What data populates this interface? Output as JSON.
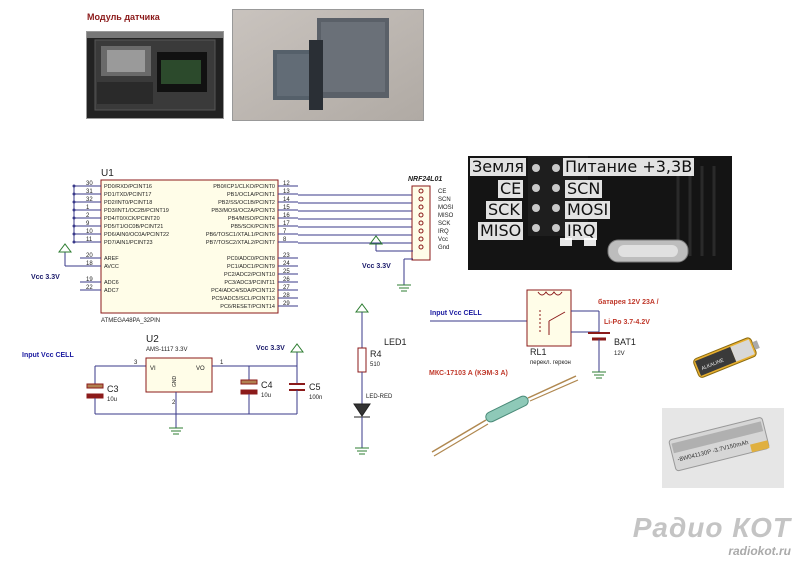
{
  "photos": {
    "module_title": "Модуль датчика"
  },
  "mcu": {
    "designator": "U1",
    "part": "ATMEGA48PA_32PIN",
    "left_pins": [
      {
        "num": "30",
        "name": "PD0/RXD/PCINT16"
      },
      {
        "num": "31",
        "name": "PD1/TXD/PCINT17"
      },
      {
        "num": "32",
        "name": "PD2/INT0/PCINT18"
      },
      {
        "num": "1",
        "name": "PD3/INT1/OC2B/PCINT19"
      },
      {
        "num": "2",
        "name": "PD4/T0/XCK/PCINT20"
      },
      {
        "num": "9",
        "name": "PD5/T1/OC0B/PCINT21"
      },
      {
        "num": "10",
        "name": "PD6/AIN0/OC0A/PCINT22"
      },
      {
        "num": "11",
        "name": "PD7/AIN1/PCINT23"
      },
      {
        "num": "20",
        "name": "AREF"
      },
      {
        "num": "18",
        "name": "AVCC"
      },
      {
        "num": "19",
        "name": "ADC6"
      },
      {
        "num": "22",
        "name": "ADC7"
      }
    ],
    "right_pins": [
      {
        "num": "12",
        "name": "PB0/ICP1/CLKO/PCINT0"
      },
      {
        "num": "13",
        "name": "PB1/OC1A/PCINT1"
      },
      {
        "num": "14",
        "name": "PB2/SS/OC1B/PCINT2"
      },
      {
        "num": "15",
        "name": "PB3/MOSI/OC2A/PCINT3"
      },
      {
        "num": "16",
        "name": "PB4/MISO/PCINT4"
      },
      {
        "num": "17",
        "name": "PB5/SCK/PCINT5"
      },
      {
        "num": "7",
        "name": "PB6/TOSC1/XTAL1/PCINT6"
      },
      {
        "num": "8",
        "name": "PB7/TOSC2/XTAL2/PCINT7"
      },
      {
        "num": "23",
        "name": "PC0/ADC0/PCINT8"
      },
      {
        "num": "24",
        "name": "PC1/ADC1/PCINT9"
      },
      {
        "num": "25",
        "name": "PC2/ADC2/PCINT10"
      },
      {
        "num": "26",
        "name": "PC3/ADC3/PCINT11"
      },
      {
        "num": "27",
        "name": "PC4/ADC4/SDA/PCINT12"
      },
      {
        "num": "28",
        "name": "PC5/ADC5/SCL/PCINT13"
      },
      {
        "num": "29",
        "name": "PC6/RESET/PCINT14"
      }
    ]
  },
  "radio": {
    "title": "NRF24L01",
    "pins": [
      "CE",
      "SCN",
      "MOSI",
      "MISO",
      "SCK",
      "IRQ",
      "Vcc",
      "Gnd"
    ],
    "photo_labels": {
      "ground": "Земля",
      "power": "Питание +3,3В",
      "ce": "CE",
      "scn": "SCN",
      "sck": "SCK",
      "mosi": "MOSI",
      "miso": "MISO",
      "irq": "IRQ"
    }
  },
  "power": {
    "vcc_label": "Vcc 3.3V",
    "input_label": "Input Vcc CELL",
    "regulator_designator": "U2",
    "regulator_part": "AMS-1117 3.3V",
    "pin_vi": "VI",
    "pin_vo": "VO",
    "pin_gnd": "GND",
    "pin_num_in": "3",
    "pin_num_out": "1",
    "pin_num_gnd": "2",
    "c3": {
      "designator": "C3",
      "value": "10u"
    },
    "c4": {
      "designator": "C4",
      "value": "10u"
    },
    "c5": {
      "designator": "C5",
      "value": "100n"
    }
  },
  "led": {
    "led_designator": "LED1",
    "led_part": "LED-RED",
    "resistor_designator": "R4",
    "resistor_value": "510"
  },
  "relay": {
    "designator": "RL1",
    "caption": "перекл. геркон",
    "input_label": "Input Vcc CELL",
    "reed_part": "МКС-17103 А (КЭМ-3 А)"
  },
  "battery": {
    "label_line1": "батарея 12V  23A /",
    "label_line2": "Li-Po 3.7-4.2V",
    "designator": "BAT1",
    "voltage": "12V",
    "cell_label": "ALKALINE",
    "lipo_label": "-8W041130P -3.7V150mAh"
  },
  "watermark": {
    "brand": "Радио КОТ",
    "site": "radiokot.ru"
  },
  "colors": {
    "wire": "#3a3a8a",
    "component": "#8b1a1a",
    "label_red": "#c0392b",
    "label_blue": "#1a1aa0",
    "ground_green": "#2e7d32"
  }
}
